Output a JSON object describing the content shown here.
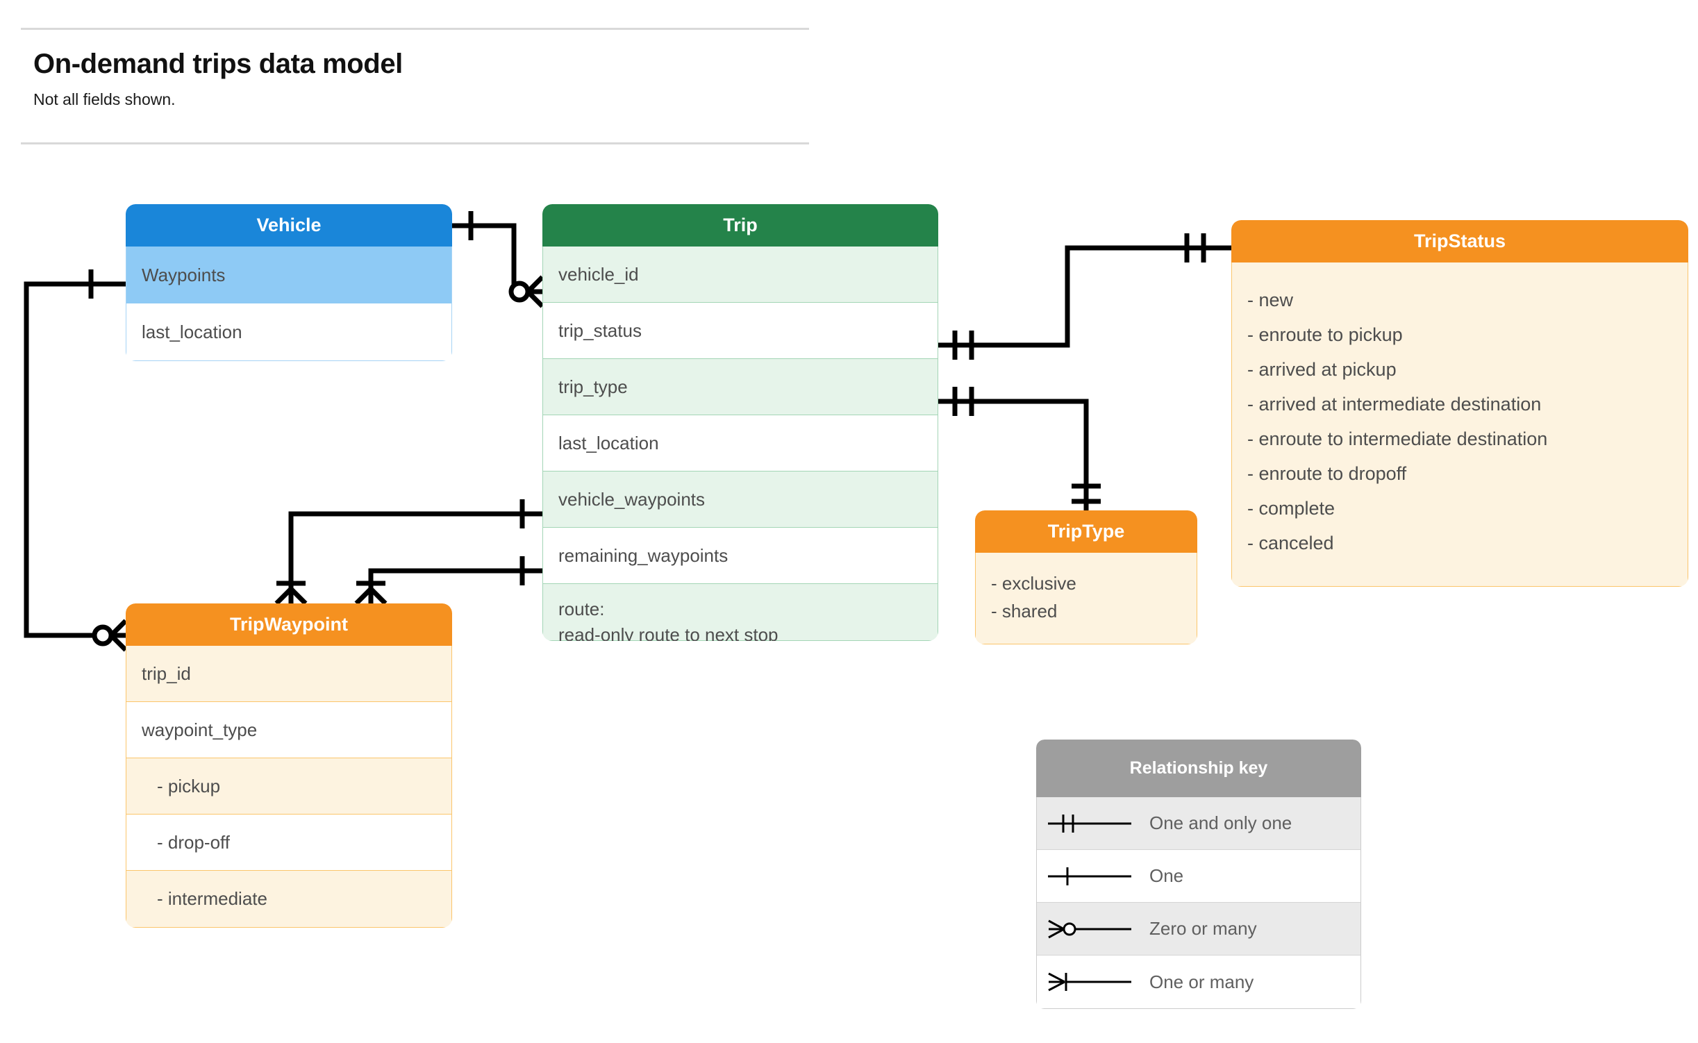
{
  "header": {
    "title": "On-demand trips data model",
    "subtitle": "Not all fields shown."
  },
  "entities": {
    "vehicle": {
      "name": "Vehicle",
      "header_color": "#1a86d9",
      "rows": [
        {
          "label": "Waypoints"
        },
        {
          "label": "last_location"
        }
      ]
    },
    "trip": {
      "name": "Trip",
      "header_color": "#24834a",
      "rows": [
        {
          "label": "vehicle_id"
        },
        {
          "label": "trip_status"
        },
        {
          "label": "trip_type"
        },
        {
          "label": "last_location"
        },
        {
          "label": "vehicle_waypoints"
        },
        {
          "label": "remaining_waypoints"
        },
        {
          "label": "route:",
          "label2": "read-only route to next stop"
        }
      ]
    },
    "trip_waypoint": {
      "name": "TripWaypoint",
      "header_color": "#f59120",
      "rows": [
        {
          "label": "trip_id"
        },
        {
          "label": "waypoint_type"
        },
        {
          "label": "-  pickup"
        },
        {
          "label": "-  drop-off"
        },
        {
          "label": "-  intermediate"
        }
      ]
    },
    "trip_type": {
      "name": "TripType",
      "header_color": "#f59120",
      "values": [
        "- exclusive",
        "- shared"
      ]
    },
    "trip_status": {
      "name": "TripStatus",
      "header_color": "#f59120",
      "values": [
        "- new",
        "- enroute to pickup",
        "- arrived at pickup",
        "- arrived at intermediate destination",
        "- enroute to intermediate destination",
        "- enroute to dropoff",
        "- complete",
        "- canceled"
      ]
    }
  },
  "legend": {
    "title": "Relationship key",
    "rows": [
      {
        "symbol": "one-and-only-one",
        "label": "One and only one"
      },
      {
        "symbol": "one",
        "label": "One"
      },
      {
        "symbol": "zero-or-many",
        "label": "Zero or many"
      },
      {
        "symbol": "one-or-many",
        "label": "One or many"
      }
    ]
  },
  "relationships": [
    {
      "from": "Vehicle.Waypoints",
      "from_card": "one",
      "to": "TripWaypoint",
      "to_card": "zero-or-many"
    },
    {
      "from": "Vehicle",
      "from_card": "one",
      "to": "Trip.vehicle_id",
      "to_card": "zero-or-many"
    },
    {
      "from": "Trip.trip_status",
      "from_card": "one-and-only-one",
      "to": "TripStatus",
      "to_card": "one-and-only-one"
    },
    {
      "from": "Trip.trip_type",
      "from_card": "one-and-only-one",
      "to": "TripType",
      "to_card": "one-and-only-one"
    },
    {
      "from": "Trip.vehicle_waypoints",
      "from_card": "one",
      "to": "TripWaypoint",
      "to_card": "one-or-many"
    },
    {
      "from": "Trip.remaining_waypoints",
      "from_card": "one",
      "to": "TripWaypoint",
      "to_card": "one-or-many"
    }
  ]
}
